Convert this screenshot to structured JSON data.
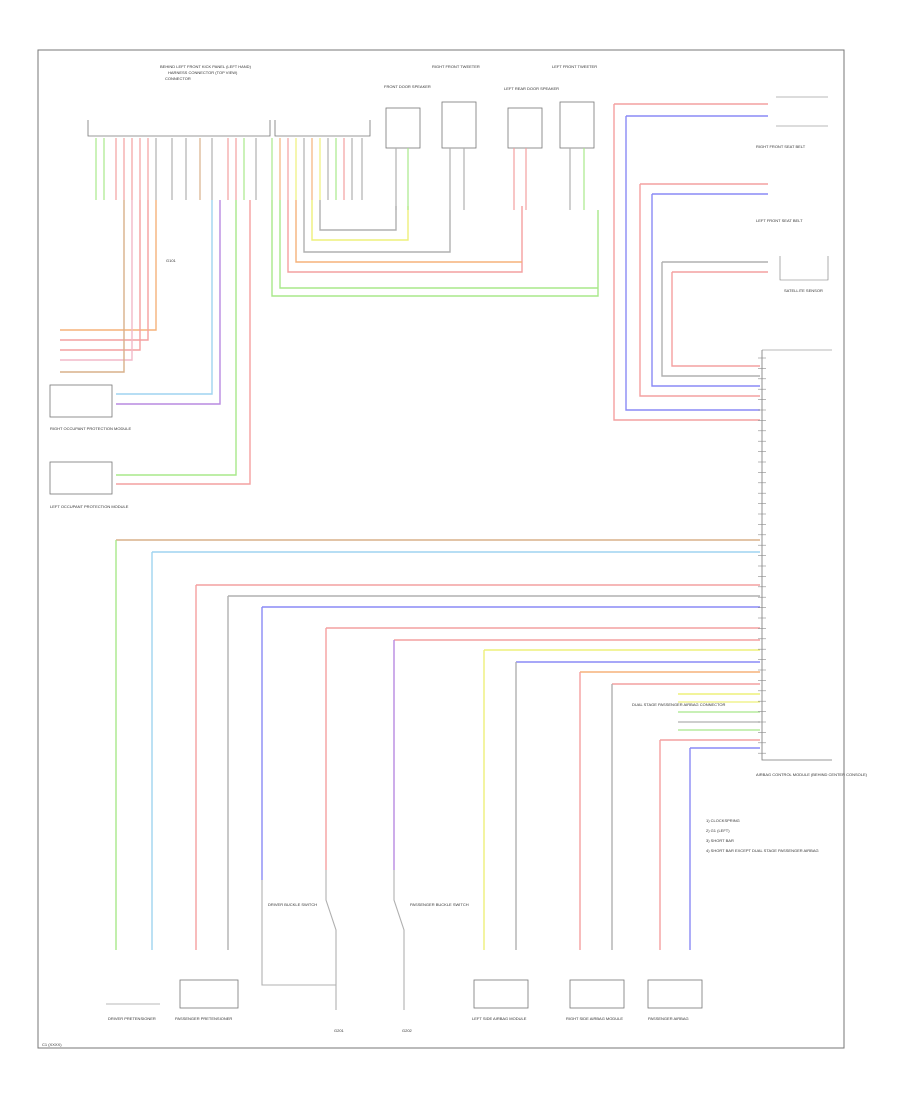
{
  "diagram": {
    "footer_code": "C1 (XXXX)",
    "top_connector": {
      "label": "BEHIND LEFT FRONT KICK PANEL (LEFT HAND)"
    },
    "modules": {
      "front_left_speaker": {
        "label": "FRONT DOOR SPEAKER"
      },
      "rear_left_speaker": {
        "label": "LEFT REAR DOOR SPEAKER"
      },
      "right_front_tweeter": {
        "label": "RIGHT FRONT TWEETER"
      },
      "left_front_tweeter": {
        "label": "LEFT FRONT TWEETER"
      },
      "right_seat_belt": {
        "label": "RIGHT FRONT SEAT BELT"
      },
      "left_seat_belt": {
        "label": "LEFT FRONT SEAT BELT"
      },
      "satellite_sensor": {
        "label": "SATELLITE SENSOR"
      },
      "right_occupant": {
        "label": "RIGHT OCCUPANT PROTECTION MODULE"
      },
      "left_occupant": {
        "label": "LEFT OCCUPANT PROTECTION MODULE"
      },
      "srs_module": {
        "label": "AIRBAG CONTROL MODULE (BEHIND CENTER CONSOLE)"
      },
      "driver_pretensioner": {
        "label": "DRIVER PRETENSIONER"
      },
      "passenger_pretensioner": {
        "label": "PASSENGER PRETENSIONER"
      },
      "driver_buckle": {
        "label": "DRIVER BUCKLE SWITCH"
      },
      "passenger_buckle": {
        "label": "PASSENGER BUCKLE SWITCH"
      },
      "left_side_airbag": {
        "label": "LEFT SIDE AIRBAG MODULE"
      },
      "right_side_airbag": {
        "label": "RIGHT SIDE AIRBAG MODULE"
      },
      "passenger_airbag": {
        "label": "PASSENGER AIRBAG"
      }
    },
    "legend": {
      "items": [
        "1) CLOCKSPRING",
        "2) G1 (LEFT)",
        "3) SHORT BAR",
        "4) SHORT BAR EXCEPT DUAL STAGE PASSENGER AIRBAG"
      ]
    },
    "ground_labels": [
      "G101",
      "G201",
      "G202"
    ],
    "side_note": "DUAL STAGE PASSENGER AIRBAG CONNECTOR"
  }
}
